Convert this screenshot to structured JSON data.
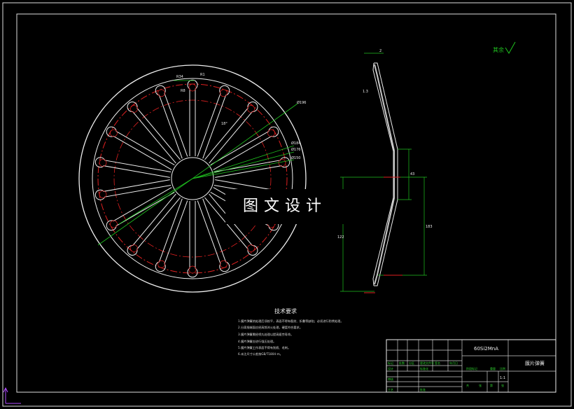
{
  "drawing": {
    "title_block": {
      "part_name": "膜片弹簧",
      "drawing_no": "60Si2MnA",
      "scale": "1:1",
      "cells": [
        "标记",
        "处数",
        "分区",
        "更改文件号",
        "签名",
        "年月日",
        "设计",
        "标准化",
        "阶段标记",
        "重量",
        "比例",
        "审核",
        "工艺",
        "批准",
        "共",
        "张",
        "第",
        "张"
      ]
    },
    "roughness_note": "其余",
    "tech_requirements": {
      "title": "技术要求",
      "items": [
        "1.膜片弹簧热处理后须校平，表面不得有裂纹、折叠等缺陷；必须进行防锈处理。",
        "2.分离指端面应经高频淬火处理，硬度符合要求。",
        "3.膜片弹簧需经喷丸处理以提高疲劳寿命。",
        "4.膜片弹簧应进行强压处理。",
        "5.膜片弹簧工作表面不得有划痕、毛刺。",
        "6.未注尺寸公差按GB/T1804-m。"
      ]
    },
    "front_view_dims": [
      "R34",
      "R1",
      "R8",
      "Ø196",
      "Ø184",
      "Ø176",
      "18°",
      "Ø150"
    ],
    "side_view_dims": [
      "2",
      "1.3",
      "43",
      "122",
      "183"
    ],
    "watermark": "图文设计"
  }
}
